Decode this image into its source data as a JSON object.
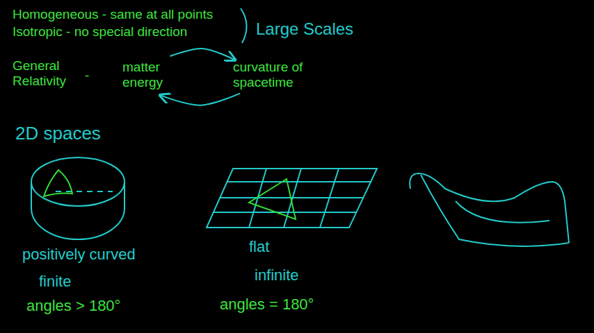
{
  "diagram": {
    "nodes": [
      {
        "text": [
          "matter energy"
        ]
      },
      {
        "text": [
          "curvature of spacetime"
        ]
      }
    ],
    "edges": [
      {
        "from": 0,
        "to": 1,
        "arrow": "to"
      },
      {
        "from": 1,
        "to": 0,
        "arrow": "to"
      }
    ],
    "labels": [
      "Homogeneous - same at all points",
      "Isotropic - no special direction",
      "Large Scales",
      "General Relativity",
      "-",
      "2D spaces",
      "positively curved",
      "finite",
      "angles > 180°",
      "flat",
      "infinite",
      "angles = 180°"
    ]
  }
}
